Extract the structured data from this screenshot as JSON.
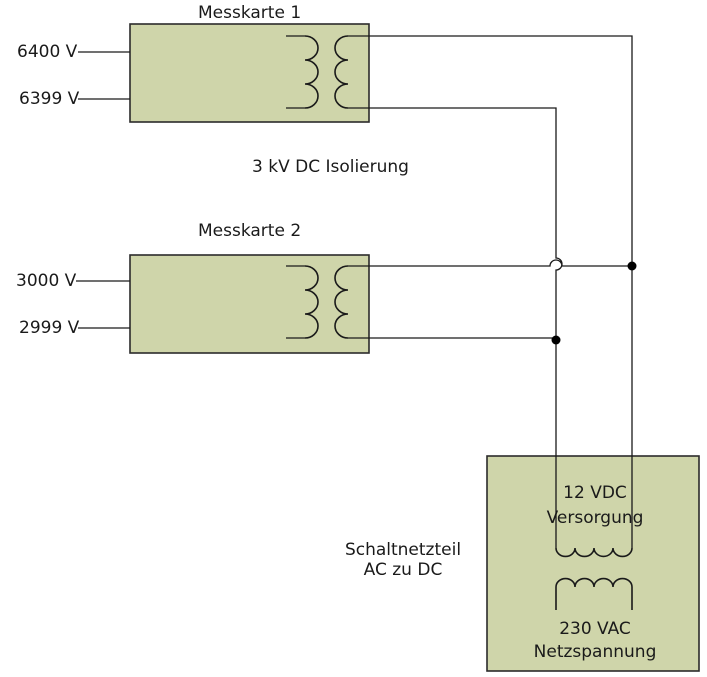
{
  "cards": [
    {
      "title": "Messkarte 1",
      "input_high": "6400 V",
      "input_low": "6399 V"
    },
    {
      "title": "Messkarte 2",
      "input_high": "3000 V",
      "input_low": "2999 V"
    }
  ],
  "isolation_label": "3 kV DC Isolierung",
  "power_supply": {
    "side_label_line1": "Schaltnetzteil",
    "side_label_line2": "AC zu DC",
    "secondary_line1": "12 VDC",
    "secondary_line2": "Versorgung",
    "primary_line1": "230 VAC",
    "primary_line2": "Netzspannung"
  },
  "colors": {
    "box_fill": "#cfd5aa",
    "line": "#1a1a1a"
  }
}
